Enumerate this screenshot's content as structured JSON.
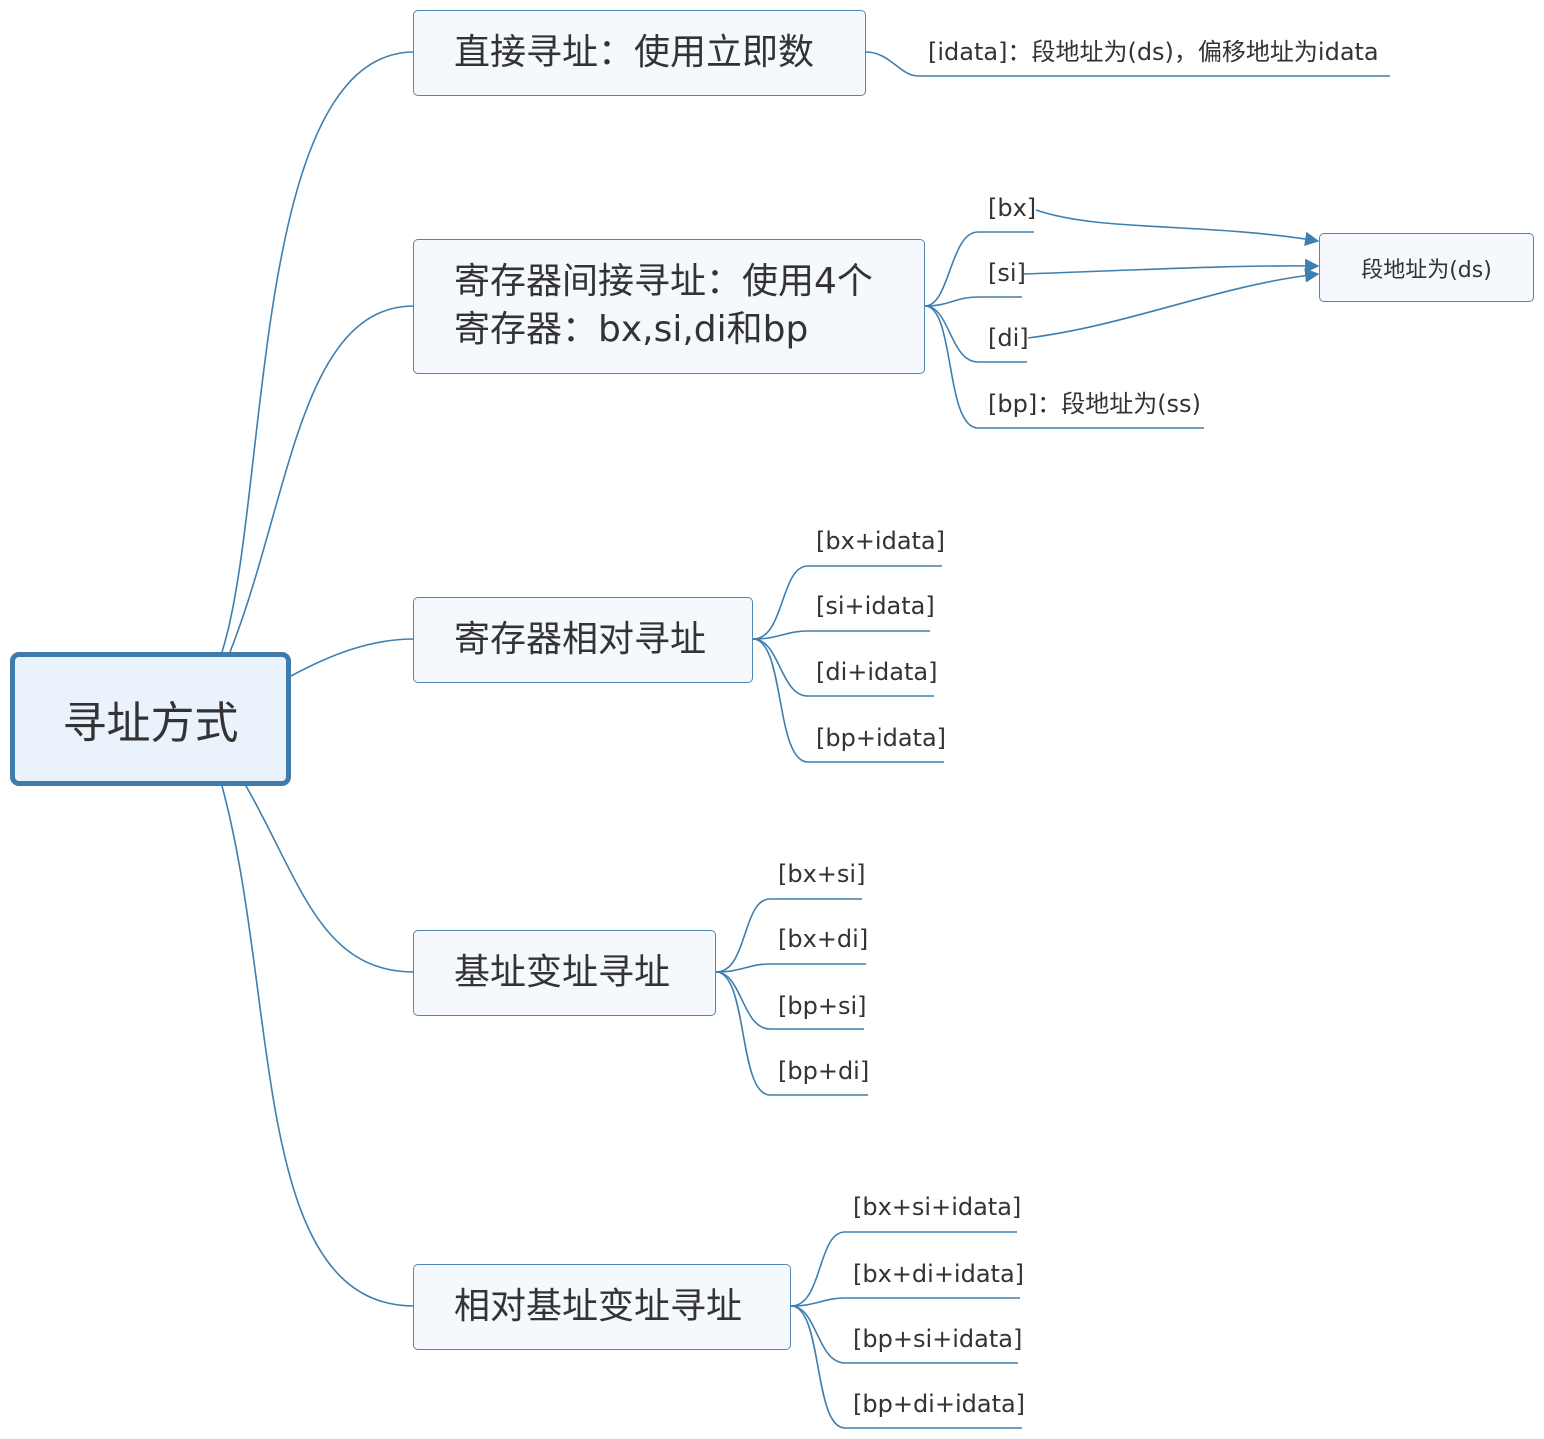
{
  "root": {
    "label": "寻址方式"
  },
  "branches": [
    {
      "label_lines": [
        "直接寻址：使用立即数"
      ],
      "leaves": [
        "[idata]：段地址为(ds)，偏移地址为idata"
      ]
    },
    {
      "label_lines": [
        "寄存器间接寻址：使用4个",
        "寄存器：bx,si,di和bp"
      ],
      "leaves": [
        "[bx]",
        "[si]",
        "[di]",
        "[bp]：段地址为(ss)"
      ],
      "target": "段地址为(ds)"
    },
    {
      "label_lines": [
        "寄存器相对寻址"
      ],
      "leaves": [
        "[bx+idata]",
        "[si+idata]",
        "[di+idata]",
        "[bp+idata]"
      ]
    },
    {
      "label_lines": [
        "基址变址寻址"
      ],
      "leaves": [
        "[bx+si]",
        "[bx+di]",
        "[bp+si]",
        "[bp+di]"
      ]
    },
    {
      "label_lines": [
        "相对基址变址寻址"
      ],
      "leaves": [
        "[bx+si+idata]",
        "[bx+di+idata]",
        "[bp+si+idata]",
        "[bp+di+idata]"
      ]
    }
  ],
  "colors": {
    "line": "#3e7fae",
    "node_border": "#4f86b4",
    "root_border": "#3f7bab",
    "node_fill": "#f5f9fd",
    "root_fill": "#eaf2fb",
    "text": "#333333"
  }
}
